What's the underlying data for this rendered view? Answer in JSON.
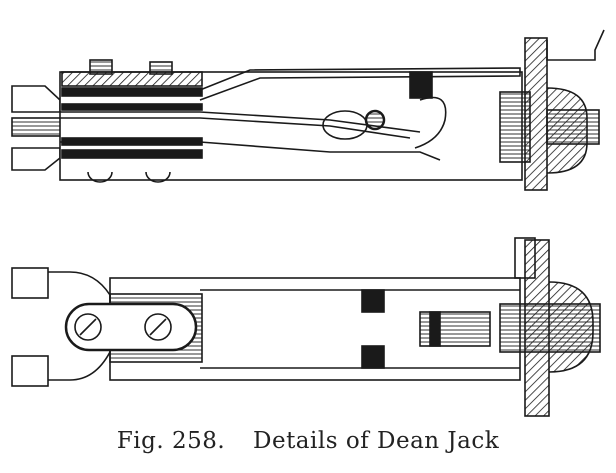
{
  "figure": {
    "number": "Fig. 258.",
    "title": "Details of Dean Jack",
    "views": [
      "side-section-view",
      "top-view"
    ],
    "ink_color": "#1a1a1a"
  }
}
